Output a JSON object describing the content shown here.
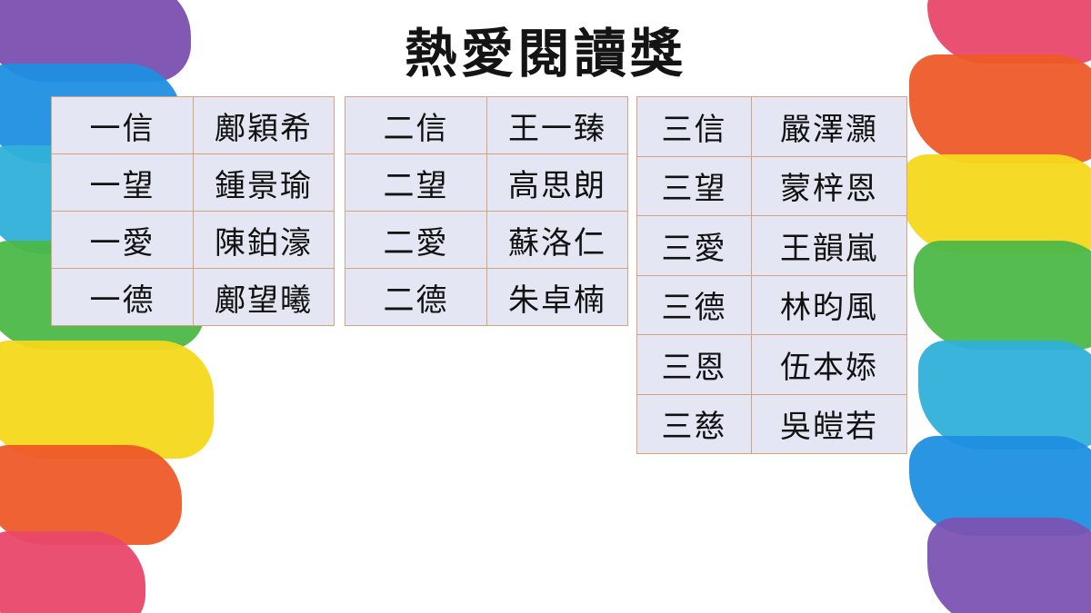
{
  "title": "熱愛閱讀獎",
  "tables": [
    {
      "rows": [
        {
          "class": "一信",
          "name": "鄺穎希"
        },
        {
          "class": "一望",
          "name": "鍾景瑜"
        },
        {
          "class": "一愛",
          "name": "陳鉑濠"
        },
        {
          "class": "一德",
          "name": "鄺望曦"
        }
      ]
    },
    {
      "rows": [
        {
          "class": "二信",
          "name": "王一臻"
        },
        {
          "class": "二望",
          "name": "高思朗"
        },
        {
          "class": "二愛",
          "name": "蘇洛仁"
        },
        {
          "class": "二德",
          "name": "朱卓楠"
        }
      ]
    },
    {
      "rows": [
        {
          "class": "三信",
          "name": "嚴澤灝"
        },
        {
          "class": "三望",
          "name": "蒙梓恩"
        },
        {
          "class": "三愛",
          "name": "王韻嵐"
        },
        {
          "class": "三德",
          "name": "林昀風"
        },
        {
          "class": "三恩",
          "name": "伍本婖"
        },
        {
          "class": "三慈",
          "name": "吳皚若"
        }
      ]
    }
  ],
  "colors": {
    "cell_background": "#e4e7f3",
    "cell_border": "#d7a27e",
    "stripes": [
      "#7a4fb0",
      "#1f8fe0",
      "#2fb0d8",
      "#4cb848",
      "#f4d81c",
      "#ee5a28",
      "#e8476a",
      "#7b53b3"
    ]
  }
}
